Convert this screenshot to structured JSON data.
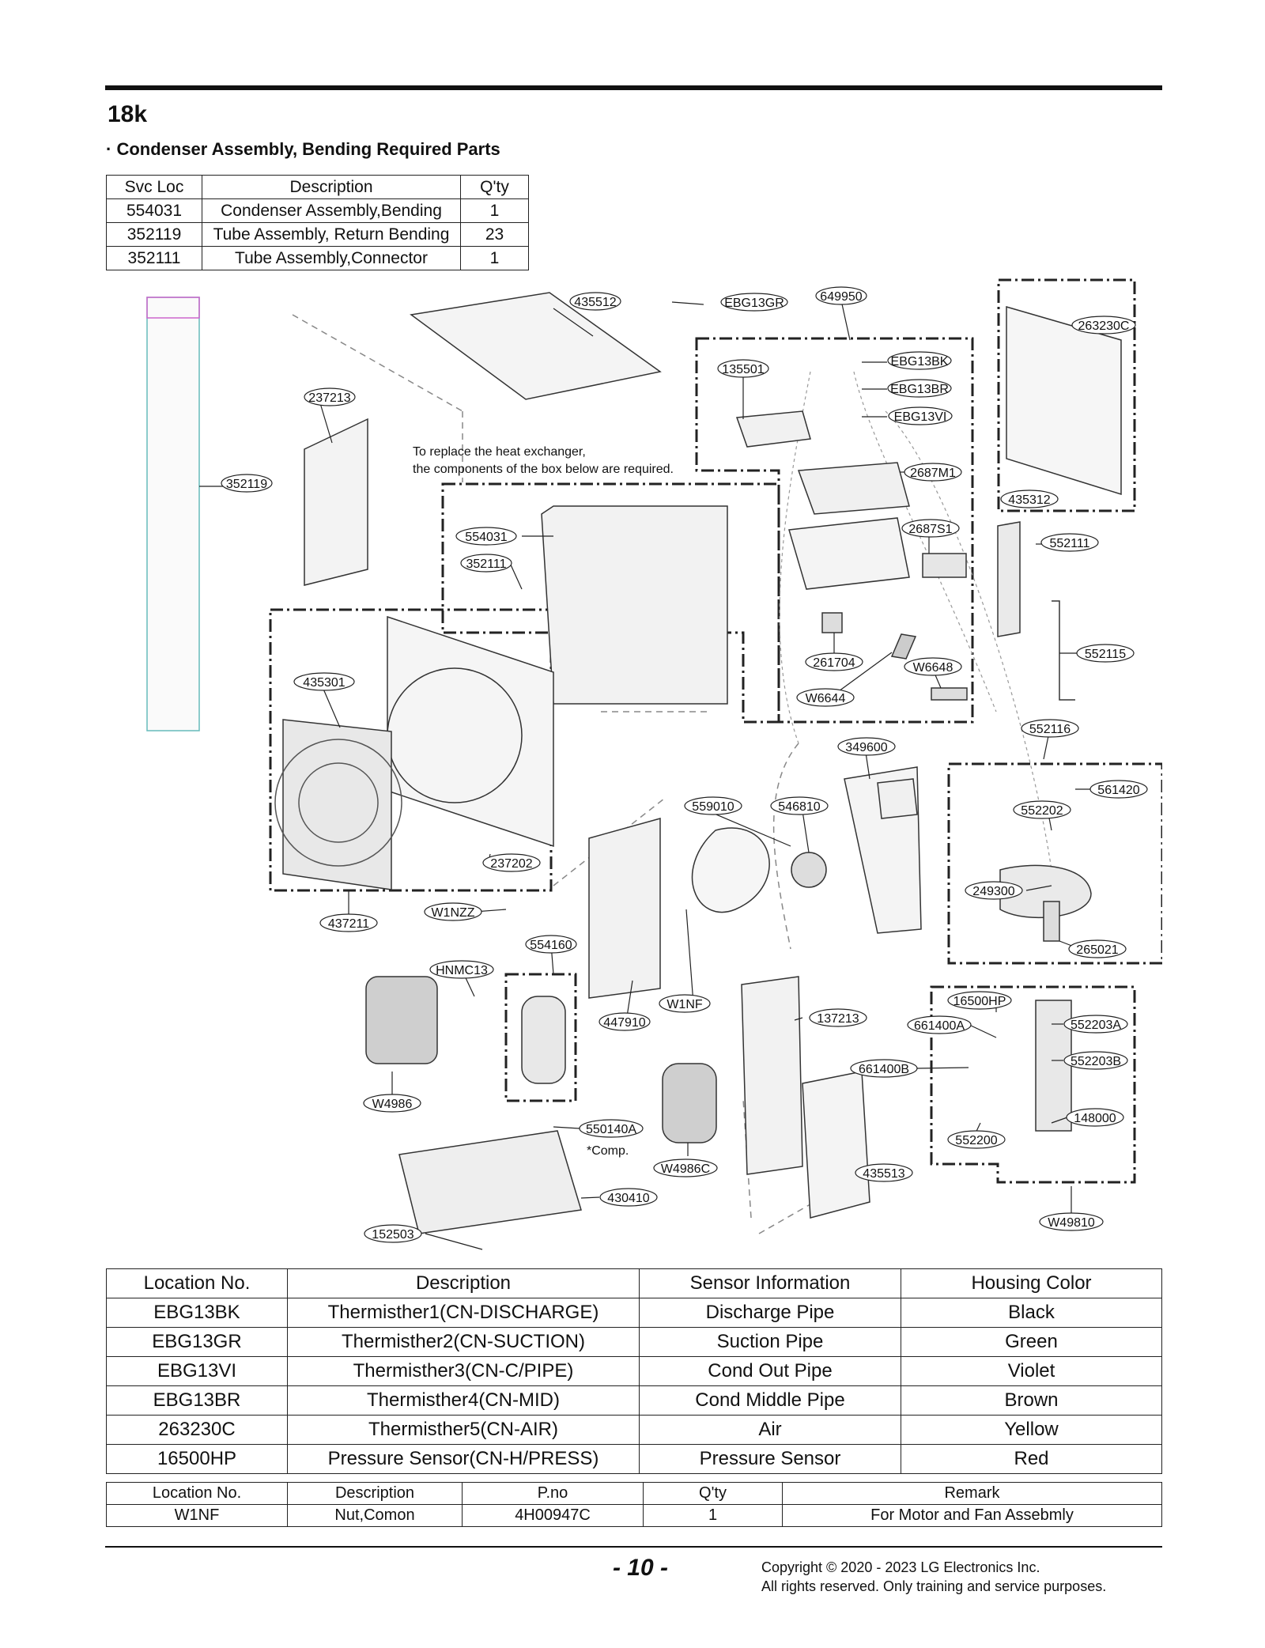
{
  "page": {
    "model": "18k",
    "section_title": "· Condenser Assembly, Bending Required Parts",
    "page_number": "- 10 -",
    "copyright_line1": "Copyright © 2020 - 2023 LG Electronics Inc.",
    "copyright_line2": "All rights reserved. Only training and service purposes."
  },
  "bending_table": {
    "headers": [
      "Svc Loc",
      "Description",
      "Q'ty"
    ],
    "rows": [
      [
        "554031",
        "Condenser Assembly,Bending",
        "1"
      ],
      [
        "352119",
        "Tube Assembly, Return Bending",
        "23"
      ],
      [
        "352111",
        "Tube Assembly,Connector",
        "1"
      ]
    ]
  },
  "diagram": {
    "note_line1": "To replace the heat exchanger,",
    "note_line2": "the components of the box below are required.",
    "comp_note": "*Comp.",
    "labels": {
      "l352119": "352119",
      "l237213": "237213",
      "l435512": "435512",
      "lEBG13GR": "EBG13GR",
      "l649950": "649950",
      "l263230C": "263230C",
      "l135501": "135501",
      "lEBG13BK": "EBG13BK",
      "lEBG13BR": "EBG13BR",
      "lEBG13VI": "EBG13VI",
      "l2687M1": "2687M1",
      "l435312": "435312",
      "l554031": "554031",
      "l352111": "352111",
      "l2687S1": "2687S1",
      "l552111": "552111",
      "l261704": "261704",
      "lW6648": "W6648",
      "lW6644": "W6644",
      "l552115": "552115",
      "l435301": "435301",
      "l552116": "552116",
      "l349600": "349600",
      "l561420": "561420",
      "l552202": "552202",
      "l559010": "559010",
      "l546810": "546810",
      "l237202": "237202",
      "l249300": "249300",
      "l437211": "437211",
      "lW1NZZ": "W1NZZ",
      "l265021": "265021",
      "l554160": "554160",
      "lHNMC13": "HNMC13",
      "lW1NF": "W1NF",
      "l16500HP": "16500HP",
      "l447910": "447910",
      "l137213": "137213",
      "l661400A": "661400A",
      "l552203A": "552203A",
      "l552203B": "552203B",
      "l661400B": "661400B",
      "lW4986": "W4986",
      "l148000": "148000",
      "l550140A": "550140A",
      "l552200": "552200",
      "lW4986C": "W4986C",
      "l435513": "435513",
      "l430410": "430410",
      "lW49810": "W49810",
      "l152503": "152503"
    }
  },
  "sensor_table": {
    "headers": [
      "Location No.",
      "Description",
      "Sensor Information",
      "Housing Color"
    ],
    "rows": [
      [
        "EBG13BK",
        "Thermisther1(CN-DISCHARGE)",
        "Discharge Pipe",
        "Black"
      ],
      [
        "EBG13GR",
        "Thermisther2(CN-SUCTION)",
        "Suction Pipe",
        "Green"
      ],
      [
        "EBG13VI",
        "Thermisther3(CN-C/PIPE)",
        "Cond Out Pipe",
        "Violet"
      ],
      [
        "EBG13BR",
        "Thermisther4(CN-MID)",
        "Cond Middle Pipe",
        "Brown"
      ],
      [
        "263230C",
        "Thermisther5(CN-AIR)",
        "Air",
        "Yellow"
      ],
      [
        "16500HP",
        "Pressure Sensor(CN-H/PRESS)",
        "Pressure Sensor",
        "Red"
      ]
    ]
  },
  "parts_table": {
    "headers": [
      "Location No.",
      "Description",
      "P.no",
      "Q'ty",
      "Remark"
    ],
    "rows": [
      [
        "W1NF",
        "Nut,Comon",
        "4H00947C",
        "1",
        "For Motor and Fan Assebmly"
      ]
    ]
  }
}
